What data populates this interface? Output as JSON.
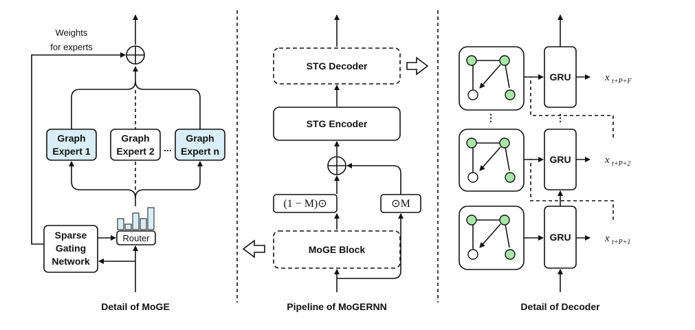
{
  "moge": {
    "weights_label_line1": "Weights",
    "weights_label_line2": "for experts",
    "expert1_line1": "Graph",
    "expert1_line2": "Expert 1",
    "expert2_line1": "Graph",
    "expert2_line2": "Expert 2",
    "ellipsis": "...",
    "expertn_line1": "Graph",
    "expertn_line2": "Expert n",
    "router": "Router",
    "gating_line1": "Sparse",
    "gating_line2": "Gating",
    "gating_line3": "Network",
    "caption": "Detail of MoGE",
    "expert_fill": "#d9eef6"
  },
  "pipeline": {
    "stg_decoder": "STG Decoder",
    "stg_encoder": "STG Encoder",
    "one_minus_m": "(1 − M)⊙",
    "odot_m": "⊙M",
    "moge_block": "MoGE Block",
    "caption": "Pipeline of MoGERNN"
  },
  "decoder": {
    "gru_top": "GRU",
    "gru_mid": "GRU",
    "gru_bot": "GRU",
    "out_top_main": "x",
    "out_top_sub": "t+P+F",
    "out_mid_main": "x",
    "out_mid_sub": "t+P+2",
    "out_bot_main": "x",
    "out_bot_sub": "t+P+1",
    "vdots": "⋮",
    "caption": "Detail of Decoder",
    "node_fill": "#a8e6a8"
  }
}
